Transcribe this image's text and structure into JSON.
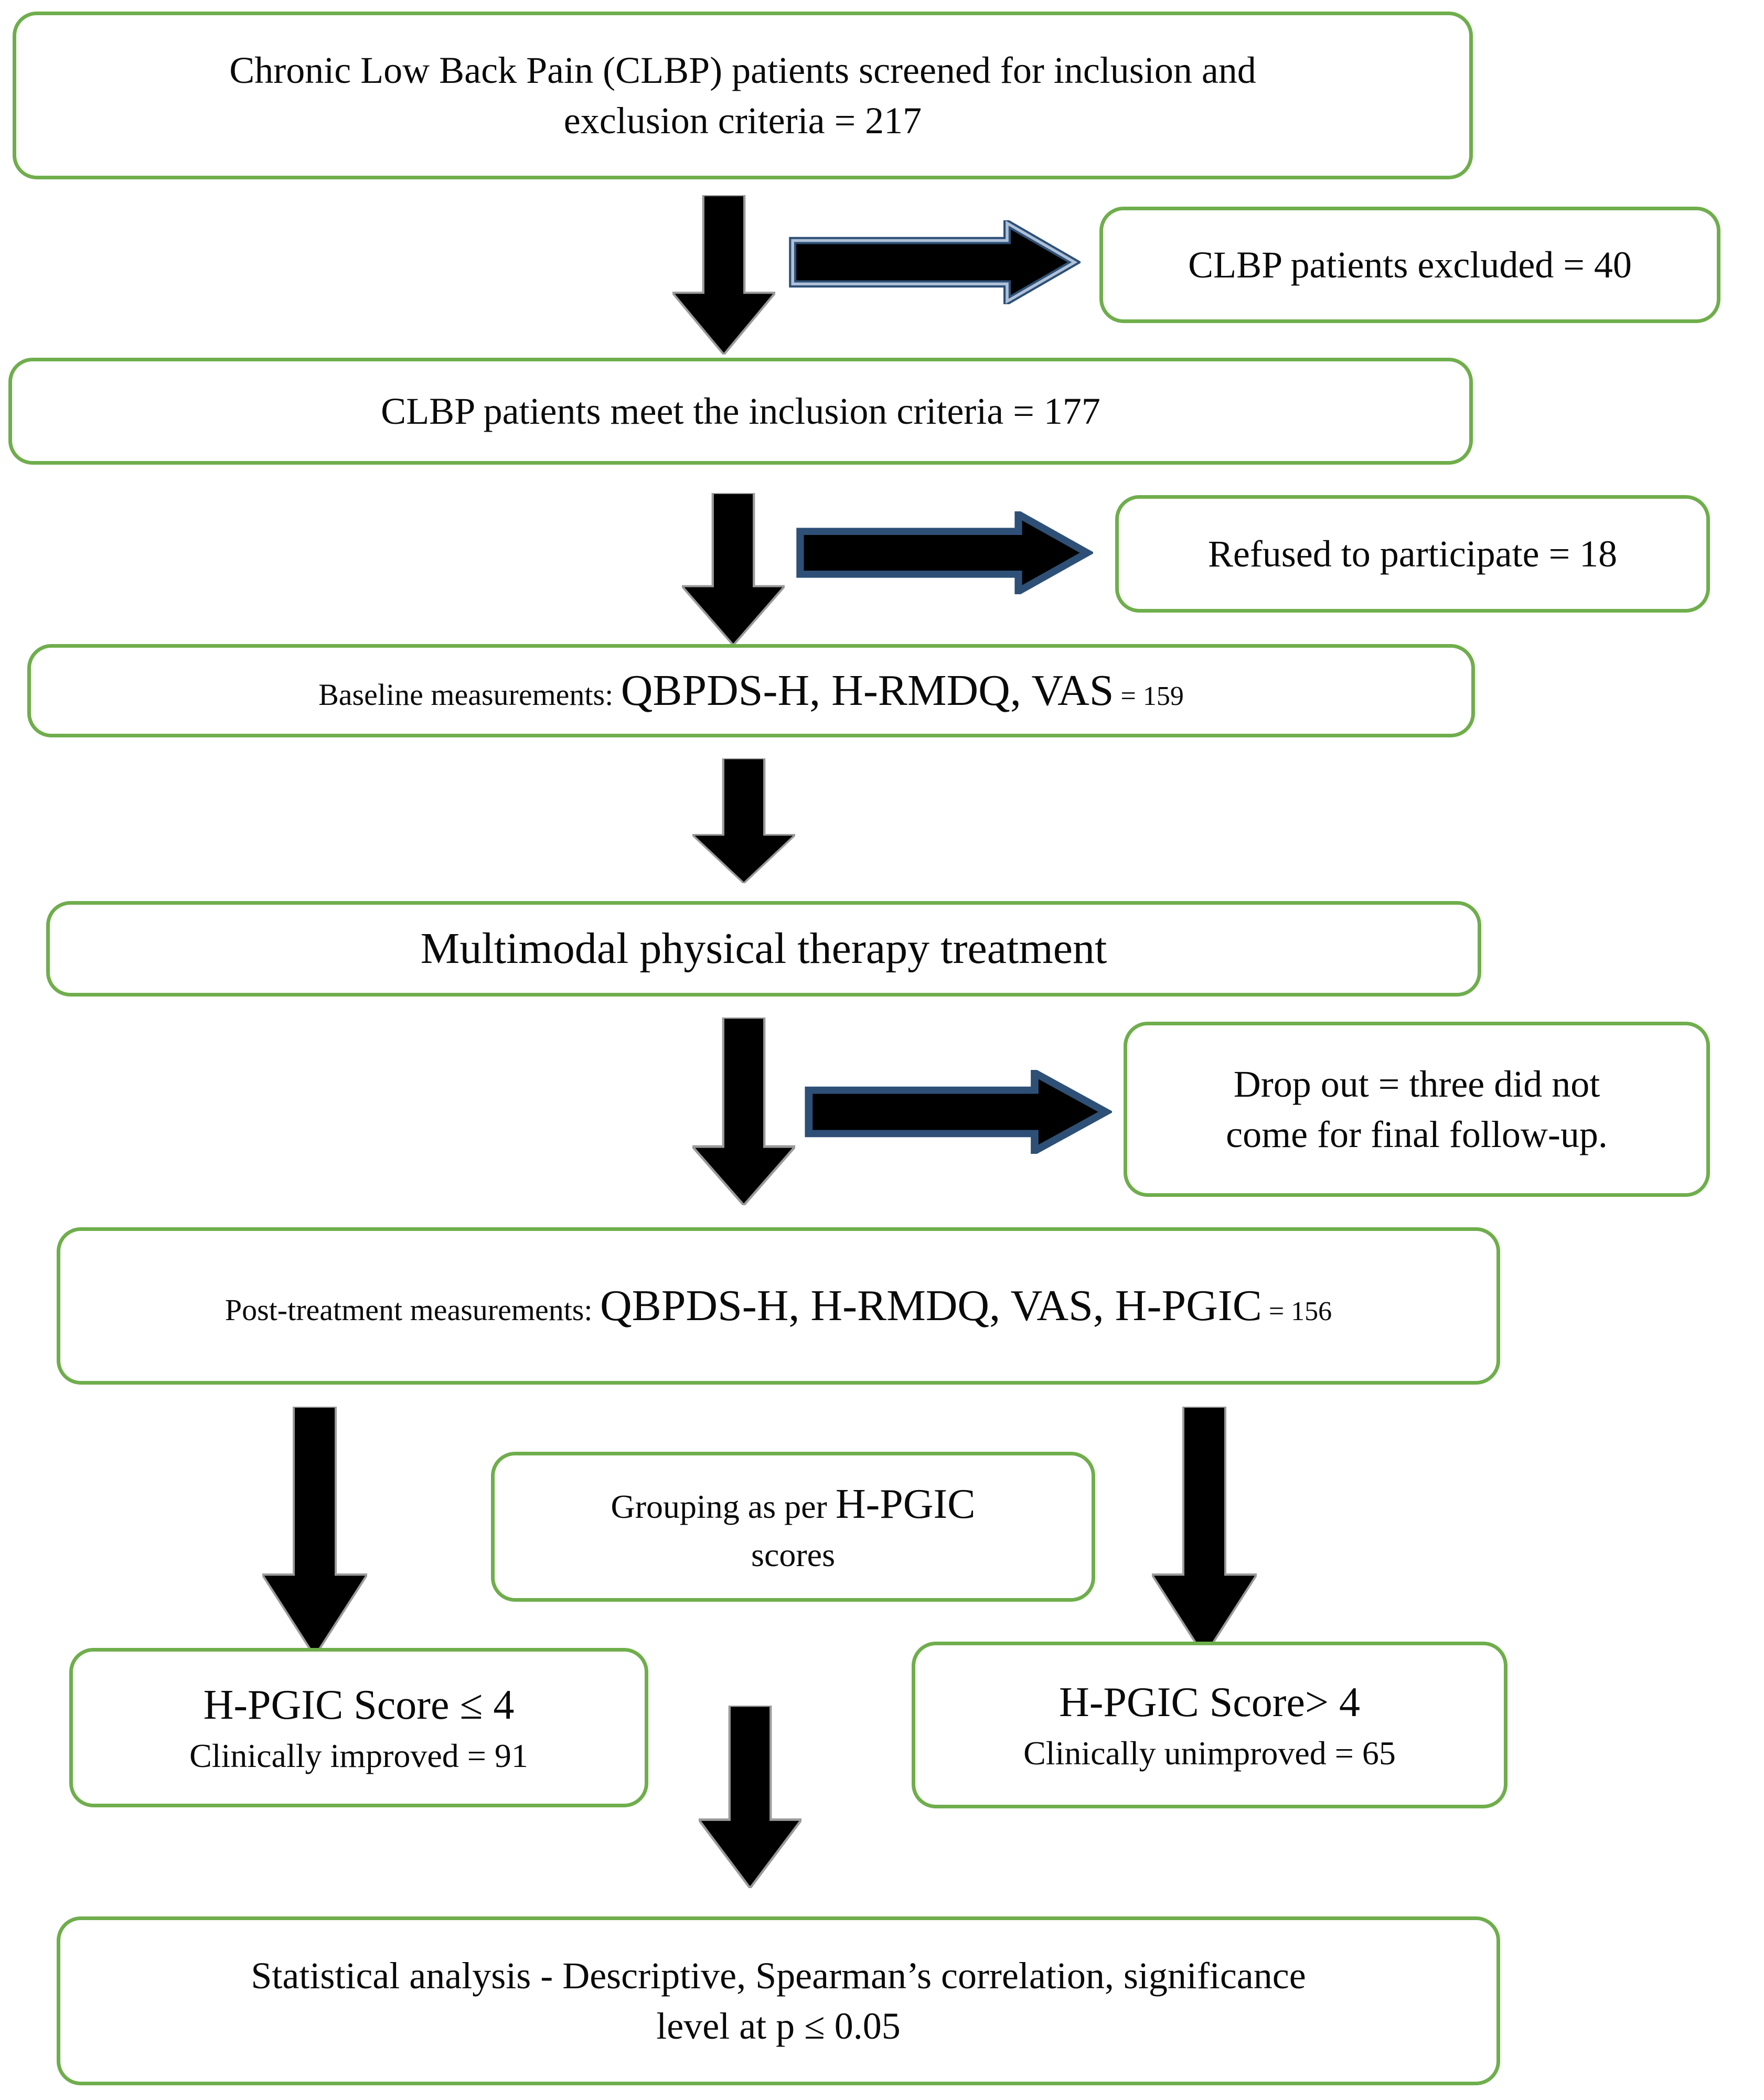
{
  "diagram": {
    "title": "CLBP study participant flow diagram",
    "colors": {
      "box_border": "#6FAE4C",
      "box_fill": "#FFFFFF",
      "arrow_fill": "#000000",
      "harrow_outline": "#2E5077",
      "harrow_glow": "#C6D4E8",
      "varrow_outline": "#9A9A9A",
      "text": "#0A0A0A"
    },
    "nodes": {
      "screened": {
        "line1": "Chronic Low Back Pain (CLBP) patients screened for inclusion and",
        "line2": "exclusion criteria = 217"
      },
      "excluded": {
        "text": "CLBP patients excluded = 40"
      },
      "inclusion": {
        "text": "CLBP patients meet the inclusion criteria = 177"
      },
      "refused": {
        "text": "Refused to participate = 18"
      },
      "baseline": {
        "prefix": "Baseline measurements: ",
        "instruments": "QBPDS-H, H-RMDQ, VAS",
        "suffix": " = 159"
      },
      "treatment": {
        "text": "Multimodal physical therapy treatment"
      },
      "dropout": {
        "line1": "Drop out = three did not",
        "line2": "come for final follow-up."
      },
      "post": {
        "prefix": "Post-treatment measurements: ",
        "instruments": "QBPDS-H, H-RMDQ, VAS, H-PGIC",
        "suffix": " = 156"
      },
      "grouping": {
        "prefix": "Grouping as per ",
        "instrument": "H-PGIC",
        "line2": "scores"
      },
      "improved": {
        "heading": "H-PGIC Score ≤ 4",
        "detail": "Clinically improved = 91"
      },
      "unimproved": {
        "heading": "H-PGIC Score> 4",
        "detail": "Clinically unimproved = 65"
      },
      "stats": {
        "line1": "Statistical analysis - Descriptive, Spearman’s correlation, significance",
        "line2": "level at p ≤ 0.05"
      }
    },
    "arrows": {
      "down_screened_to_inclusion": "down-arrow",
      "right_to_excluded": "right-arrow",
      "down_inclusion_to_baseline": "down-arrow",
      "right_to_refused": "right-arrow",
      "down_baseline_to_treatment": "down-arrow",
      "down_treatment_to_post": "down-arrow",
      "right_to_dropout": "right-arrow",
      "down_post_to_improved": "down-arrow",
      "down_post_to_unimproved": "down-arrow",
      "down_to_stats": "down-arrow"
    }
  }
}
